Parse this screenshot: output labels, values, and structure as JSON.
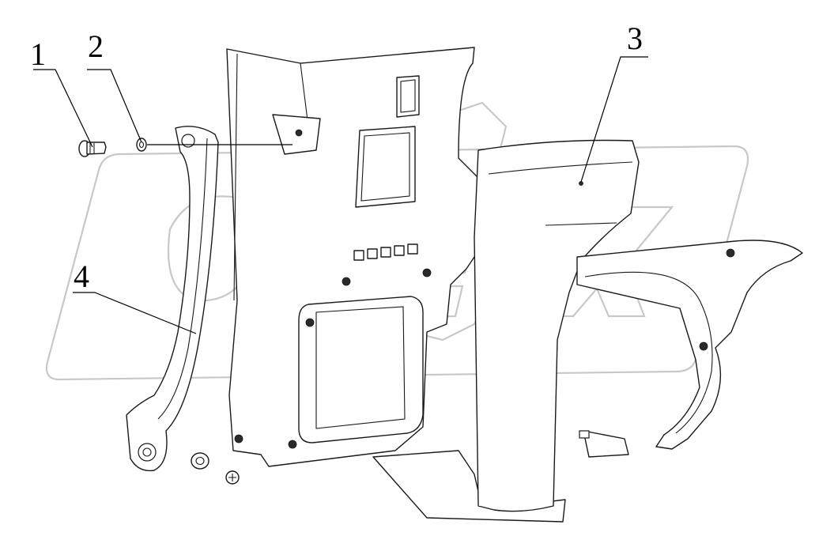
{
  "callouts": [
    {
      "id": "1",
      "label": "1"
    },
    {
      "id": "2",
      "label": "2"
    },
    {
      "id": "3",
      "label": "3"
    },
    {
      "id": "4",
      "label": "4"
    }
  ],
  "watermark": {
    "icon": "gear-logo-icon"
  },
  "colors": {
    "line": "#1a1a1a",
    "watermark": "#c8c8c8",
    "background": "#ffffff"
  }
}
